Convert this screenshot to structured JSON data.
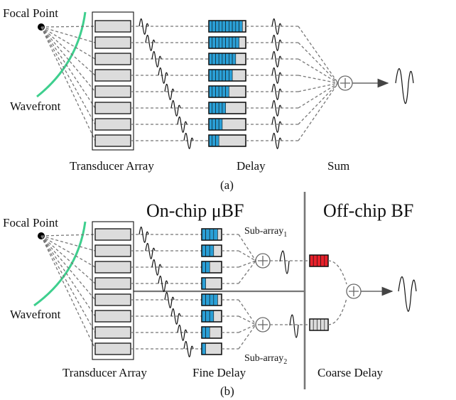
{
  "top": {
    "focal_point": "Focal Point",
    "wavefront": "Wavefront",
    "transducer_array": "Transducer Array",
    "delay": "Delay",
    "sum": "Sum",
    "caption": "(a)"
  },
  "bottom": {
    "focal_point": "Focal Point",
    "wavefront": "Wavefront",
    "on_chip_title": "On-chip μBF",
    "off_chip_title": "Off-chip BF",
    "subarray": "Sub-array",
    "subarray_1_index": "1",
    "subarray_2_index": "2",
    "transducer_array": "Transducer Array",
    "fine_delay": "Fine Delay",
    "coarse_delay": "Coarse Delay",
    "caption": "(b)"
  },
  "colors": {
    "wavefront": "#3ecf8e",
    "fine_delay": "#2a9fd6",
    "coarse_delay_1": "#e8202a",
    "coarse_delay_2": "#dcdcdc"
  }
}
